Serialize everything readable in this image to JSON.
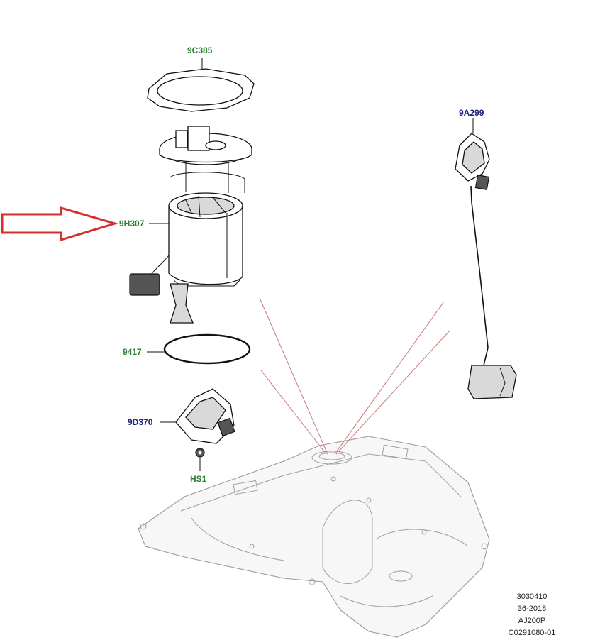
{
  "labels": {
    "lock_ring": "9C385",
    "fuel_level_sender": "9A299",
    "fuel_pump_module": "9H307",
    "seal": "9417",
    "control_module": "9D370",
    "screw": "HS1"
  },
  "reference_codes": [
    "3030410",
    "36-2018",
    "AJ200P",
    "C0291080-01"
  ],
  "colors": {
    "label_green": "#2e7d32",
    "label_blue": "#1a237e",
    "arrow_red": "#d32f2f",
    "ray_red": "#c77a7a"
  },
  "icons": {
    "pointer": "red-outline-arrow-right"
  }
}
